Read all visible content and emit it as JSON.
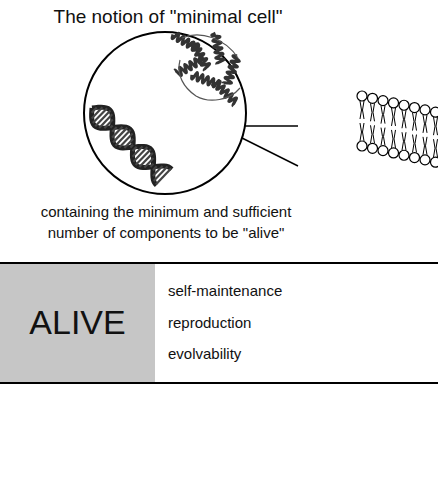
{
  "diagram": {
    "title": "The notion of \"minimal cell\"",
    "caption": "containing the minimum and sufficient number of components to be \"alive\"",
    "nodes": [
      {
        "text": [
          "ALIVE"
        ]
      },
      {
        "text": [
          "self-maintenance",
          "reproduction",
          "evolvability"
        ]
      }
    ]
  }
}
